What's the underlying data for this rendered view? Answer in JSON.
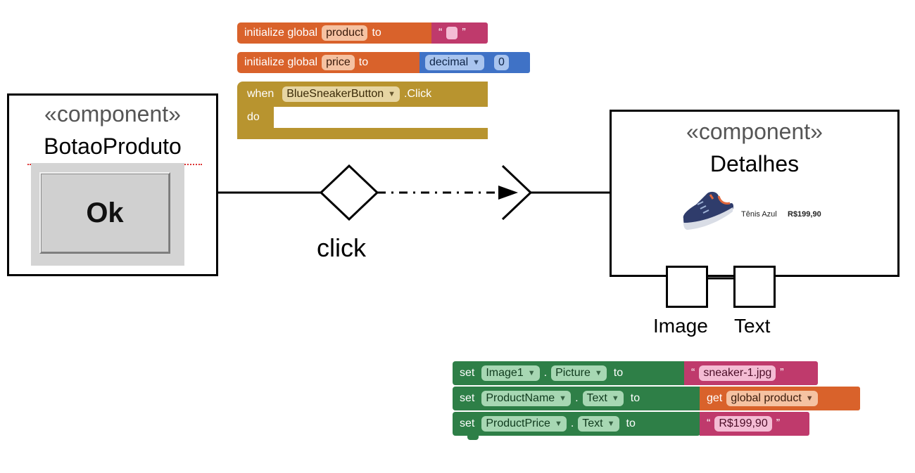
{
  "blocks": {
    "init_product": {
      "keyword": "initialize global",
      "var": "product",
      "to": "to",
      "open_quote": "“",
      "close_quote": "”"
    },
    "init_price": {
      "keyword": "initialize global",
      "var": "price",
      "to": "to",
      "type": "decimal",
      "value": "0"
    },
    "event": {
      "when": "when",
      "component": "BlueSneakerButton",
      "event": ".Click",
      "do": "do"
    },
    "set_image": {
      "set": "set",
      "component": "Image1",
      "dot": ".",
      "property": "Picture",
      "to": "to",
      "value": "sneaker-1.jpg",
      "open_quote": "“",
      "close_quote": "”"
    },
    "set_name": {
      "set": "set",
      "component": "ProductName",
      "dot": ".",
      "property": "Text",
      "to": "to",
      "get": "get",
      "var": "global product"
    },
    "set_price": {
      "set": "set",
      "component": "ProductPrice",
      "dot": ".",
      "property": "Text",
      "to": "to",
      "value": "R$199,90",
      "open_quote": "“",
      "close_quote": "”"
    }
  },
  "left_component": {
    "stereotype": "«component»",
    "name": "BotaoProduto",
    "button_label": "Ok"
  },
  "right_component": {
    "stereotype": "«component»",
    "name": "Detalhes",
    "product_name": "Tênis Azul",
    "product_price": "R$199,90"
  },
  "connector": {
    "label": "click"
  },
  "ports": {
    "image": "Image",
    "text": "Text"
  },
  "colors": {
    "init_orange": "#d9622b",
    "event_gold": "#b8942f",
    "text_pink": "#bf3a6c",
    "math_blue": "#3f72c6",
    "set_green": "#2e7f47"
  }
}
